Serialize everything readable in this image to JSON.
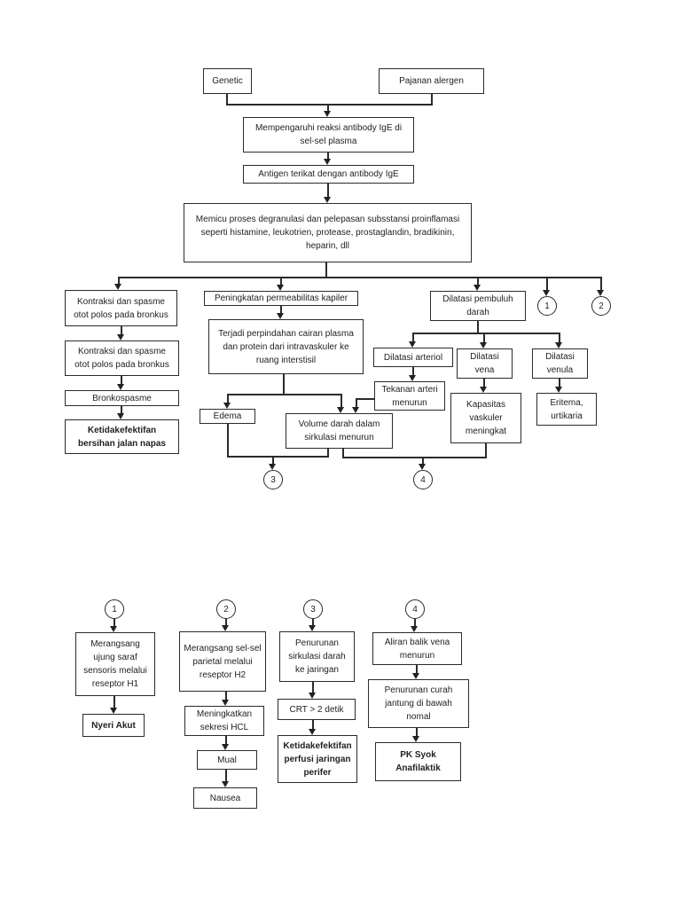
{
  "page": {
    "background": "#ffffff",
    "ink": "#2b2b2b",
    "text_color": "#1f1f1f"
  },
  "flowchart": {
    "nodes": {
      "genetic": "Genetic",
      "pajanan_alergen": "Pajanan alergen",
      "mempengaruhi": "Mempengaruhi reaksi antibody IgE di\nsel-sel plasma",
      "antigen": "Antigen terikat dengan antibody IgE",
      "memicu": "Memicu proses degranulasi dan pelepasan subsstansi proinflamasi\nseperti histamine, leukotrien, protease, prostaglandin, bradikinin,\nheparin, dll",
      "kontraksi_1": "Kontraksi dan spasme\notot polos pada bronkus",
      "kontraksi_2": "Kontraksi dan spasme\notot polos pada bronkus",
      "bronkospasme": "Bronkospasme",
      "ketidakefektifan_bersihan": "Ketidakefektifan\nbersihan jalan napas",
      "peningkatan_permeabilitas": "Peningkatan permeabilitas kapiler",
      "terjadi_perpindahan": "Terjadi perpindahan cairan plasma\ndan protein dari intravaskuler ke\nruang interstisil",
      "edema": "Edema",
      "volume_darah": "Volume darah  dalam\nsirkulasi menurun",
      "dilatasi_pembuluh": "Dilatasi pembuluh\ndarah",
      "dilatasi_arteriol": "Dilatasi arteriol",
      "dilatasi_vena": "Dilatasi\nvena",
      "dilatasi_venula": "Dilatasi\nvenula",
      "tekanan_arteri": "Tekanan arteri\nmenurun",
      "kapasitas_vaskuler": "Kapasitas\nvaskuler\nmeningkat",
      "eritema_urtikaria": "Eritema,\nurtikaria",
      "merangsang_h1": "Merangsang\nujung saraf\nsensoris melalui\nreseptor H1",
      "nyeri_akut": "Nyeri Akut",
      "merangsang_h2": "Merangsang sel-sel\nparietal melalui\nreseptor H2",
      "meningkatkan_hcl": "Meningkatkan\nsekresi HCL",
      "mual": "Mual",
      "nausea": "Nausea",
      "penurunan_sirkulasi": "Penurunan\nsirkulasi darah\nke jaringan",
      "crt": "CRT > 2 detik",
      "ketidakefektifan_perfusi": "Ketidakefektifan\nperfusi jaringan\nperifer",
      "aliran_balik": "Aliran balik vena\nmenurun",
      "penurunan_curah": "Penurunan curah\njantung di bawah\nnomal",
      "pk_syok": "PK Syok\nAnafilaktik"
    },
    "connectors": {
      "c1": "1",
      "c2": "2",
      "c3": "3",
      "c4": "4"
    }
  }
}
